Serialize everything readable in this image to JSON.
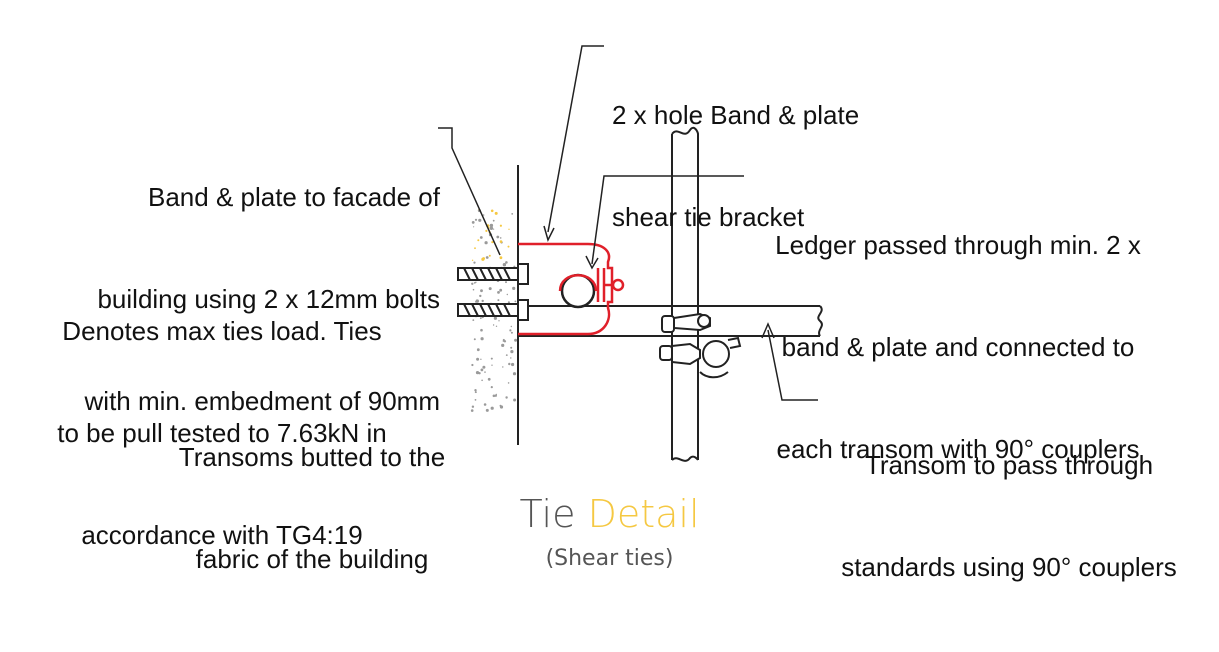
{
  "labels": {
    "bracket_line1": "2 x hole Band & plate",
    "bracket_line2": "shear tie bracket",
    "facade_line1": "Band & plate to facade of",
    "facade_line2": "building using 2 x 12mm bolts",
    "facade_line3": "with min. embedment of 90mm",
    "ledger_line1": "Ledger passed through min. 2 x",
    "ledger_line2": "band & plate and connected to",
    "ledger_line3": "each transom with 90° couplers",
    "ties_line1": "Denotes max ties load. Ties",
    "ties_line2": "to be pull tested to 7.63kN in",
    "ties_line3": "accordance with TG4:19",
    "butted_line1": "Transoms butted to the",
    "butted_line2": "fabric of the building",
    "pass_line1": "Transom to pass through",
    "pass_line2": "standards using 90° couplers"
  },
  "title": {
    "word1": "Tie",
    "word2": "Detail",
    "subtitle": "(Shear ties)"
  },
  "colors": {
    "ink": "#111111",
    "bracket": "#e0202a",
    "accent": "#f5c842",
    "title_grey": "#555555",
    "concrete": "#9a9a9a"
  }
}
